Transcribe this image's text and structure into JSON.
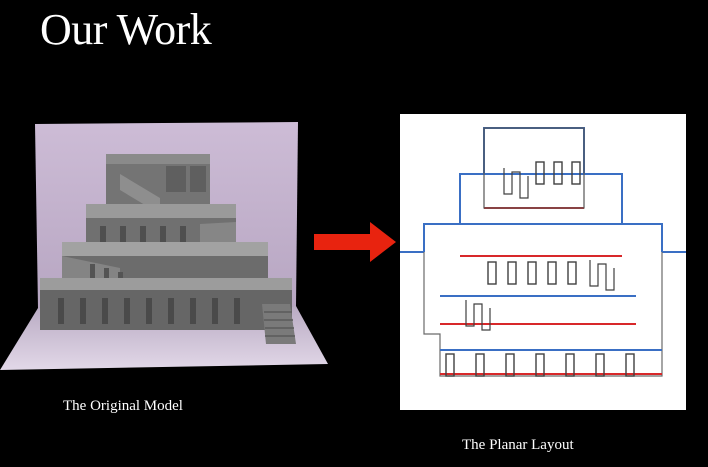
{
  "slide": {
    "title": "Our Work",
    "caption_original": "The Original Model",
    "caption_planar": "The Planar Layout"
  },
  "colors": {
    "background": "#000000",
    "text": "#ffffff",
    "arrow": "#e8230f",
    "fold_blue": "#3a6fc4",
    "fold_red": "#d8282a",
    "paper": "#c9b8d2"
  }
}
